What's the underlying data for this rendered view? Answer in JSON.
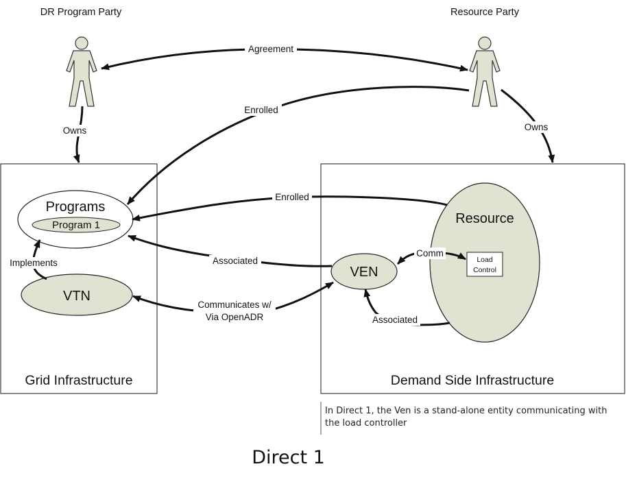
{
  "parties": {
    "dr_program_party": "DR Program Party",
    "resource_party": "Resource Party"
  },
  "boxes": {
    "grid": {
      "title": "Grid Infrastructure"
    },
    "demand": {
      "title": "Demand Side Infrastructure"
    }
  },
  "nodes": {
    "programs": "Programs",
    "program1": "Program 1",
    "vtn": "VTN",
    "ven": "VEN",
    "resource": "Resource",
    "load_control_line1": "Load",
    "load_control_line2": "Control"
  },
  "edges": {
    "agreement": "Agreement",
    "enrolled_top": "Enrolled",
    "owns_left": "Owns",
    "owns_right": "Owns",
    "enrolled_resource": "Enrolled",
    "associated_programs": "Associated",
    "implements": "Implements",
    "communicates_line1": "Communicates w/",
    "communicates_line2": "Via OpenADR",
    "comm": "Comm",
    "associated_resource": "Associated"
  },
  "note": "In Direct 1, the Ven is a stand-alone entity communicating with the load controller",
  "caption": "Direct 1",
  "colors": {
    "node_fill": "#dfe3d1",
    "stroke": "#1a1a1a",
    "figure_fill": "#dfe3d1"
  }
}
